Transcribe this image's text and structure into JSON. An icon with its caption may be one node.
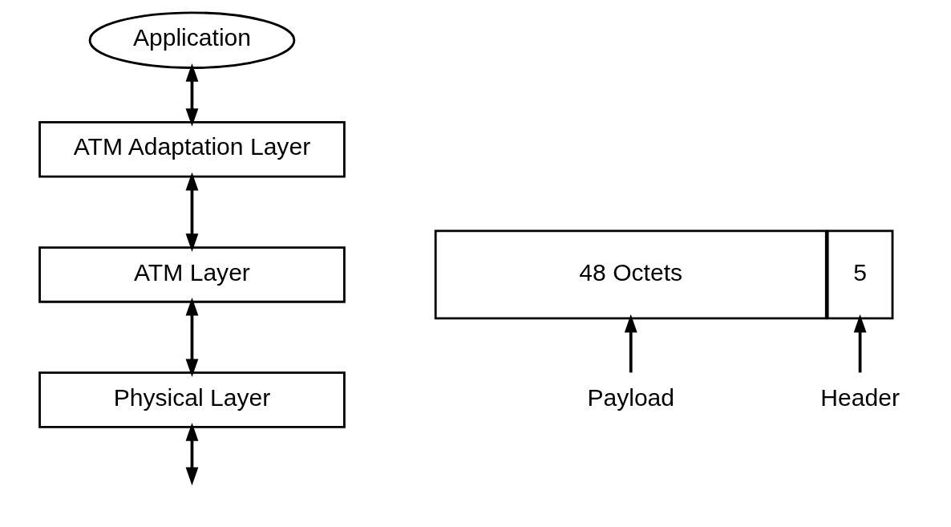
{
  "diagram": {
    "nodes": [
      {
        "text": [
          "Application"
        ]
      },
      {
        "text": [
          "ATM Adaptation Layer"
        ]
      },
      {
        "text": [
          "ATM Layer"
        ]
      },
      {
        "text": [
          "Physical Layer"
        ]
      },
      {
        "text": [
          "48 Octets"
        ]
      },
      {
        "text": [
          "5"
        ]
      },
      {
        "text": [
          "Payload"
        ]
      },
      {
        "text": [
          "Header"
        ]
      }
    ],
    "edges": [
      {
        "from": 0,
        "to": 1,
        "arrow": "both"
      },
      {
        "from": 1,
        "to": 2,
        "arrow": "both"
      },
      {
        "from": 2,
        "to": 3,
        "arrow": "both"
      },
      {
        "from": 3,
        "to": null,
        "arrow": "both"
      },
      {
        "from": 6,
        "to": 4,
        "arrow": "to"
      },
      {
        "from": 7,
        "to": 5,
        "arrow": "to"
      }
    ]
  }
}
